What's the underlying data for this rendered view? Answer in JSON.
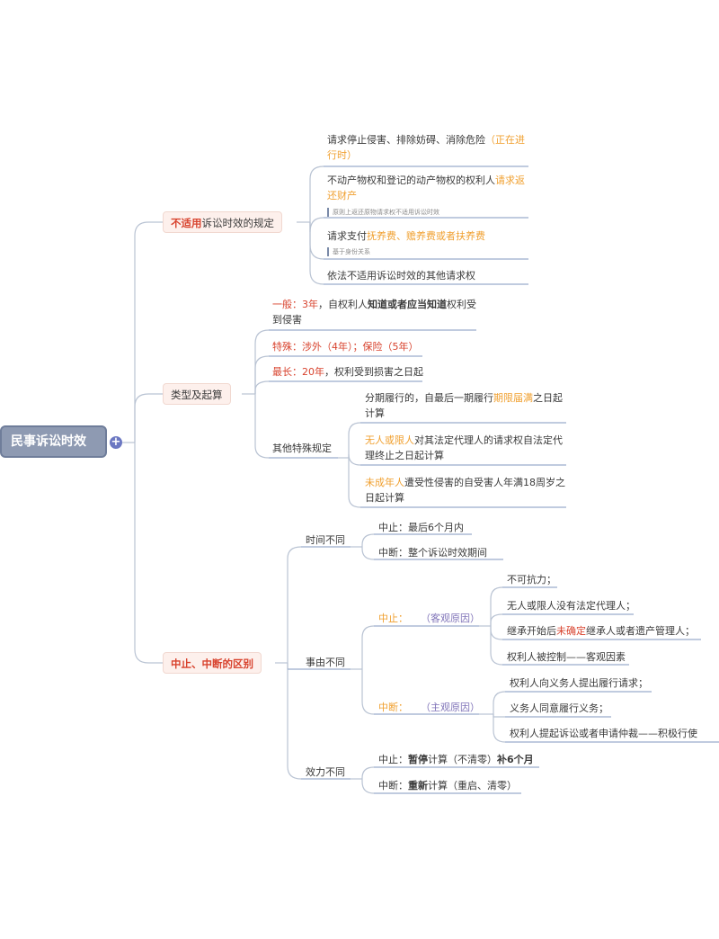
{
  "root": {
    "label": "民事诉讼时效"
  },
  "expand_icon": "plus-circle-icon",
  "branches": {
    "not_applicable": {
      "title_em": "不适用",
      "title_rest": "诉讼时效的规定",
      "item1": {
        "a": "请求停止侵害、排除妨碍、消除危险",
        "b": "（正在进行时）"
      },
      "item2": {
        "a": "不动产物权和登记的动产物权的权利人",
        "b": "请求返还财产",
        "note": "原则上返还原物请求权不适用诉讼时效"
      },
      "item3": {
        "a": "请求支付",
        "b": "抚养费、赡养费或者扶养费",
        "note": "基于身份关系"
      },
      "item4": {
        "a": "依法不适用诉讼时效的其他请求权"
      }
    },
    "types": {
      "title": "类型及起算",
      "general": {
        "a": "一般：3年",
        "b": "，自权利人",
        "c": "知道或者应当知道",
        "d": "权利受到侵害"
      },
      "special": {
        "a": "特殊：涉外（4年）；保险（5年）"
      },
      "longest": {
        "a": "最长：20年",
        "b": "，权利受到损害之日起"
      },
      "other": {
        "title": "其他特殊规定",
        "i1": {
          "a": "分期履行的，自最后一期履行",
          "b": "期限届满",
          "c": "之日起计算"
        },
        "i2": {
          "a": "无人或限人",
          "b": "对其法定代理人的请求权自法定代理终止之日起计算"
        },
        "i3": {
          "a": "未成年人",
          "b": "遭受性侵害的自受害人年满18周岁之日起计算"
        }
      }
    },
    "difference": {
      "title": "中止、中断的区别",
      "time": {
        "title": "时间不同",
        "i1": "中止：最后6个月内",
        "i2": "中断：整个诉讼时效期间"
      },
      "reason": {
        "title": "事由不同",
        "suspend": {
          "label": "中止：",
          "reason": "（客观原因）",
          "items": [
            "不可抗力；",
            "无人或限人没有法定代理人；",
            "权利人被控制——客观因素"
          ],
          "inherit": {
            "a": "继承开始后",
            "b": "未确定",
            "c": "继承人或者遗产管理人；"
          }
        },
        "interrupt": {
          "label": "中断：",
          "reason": "（主观原因）",
          "items": [
            "权利人向义务人提出履行请求；",
            "义务人同意履行义务；",
            "权利人提起诉讼或者申请仲裁——积极行使"
          ]
        }
      },
      "effect": {
        "title": "效力不同",
        "i1": {
          "a": "中止：",
          "b": "暂停",
          "c": "计算（不清零）",
          "d": "补6个月"
        },
        "i2": {
          "a": "中断：",
          "b": "重新",
          "c": "计算（重启、清零）"
        }
      }
    }
  },
  "colors": {
    "red": "#d8432e",
    "orange": "#f0a030",
    "purple": "#7f73b8",
    "line": "#b9c3d3",
    "underline": "#9aaccc"
  }
}
